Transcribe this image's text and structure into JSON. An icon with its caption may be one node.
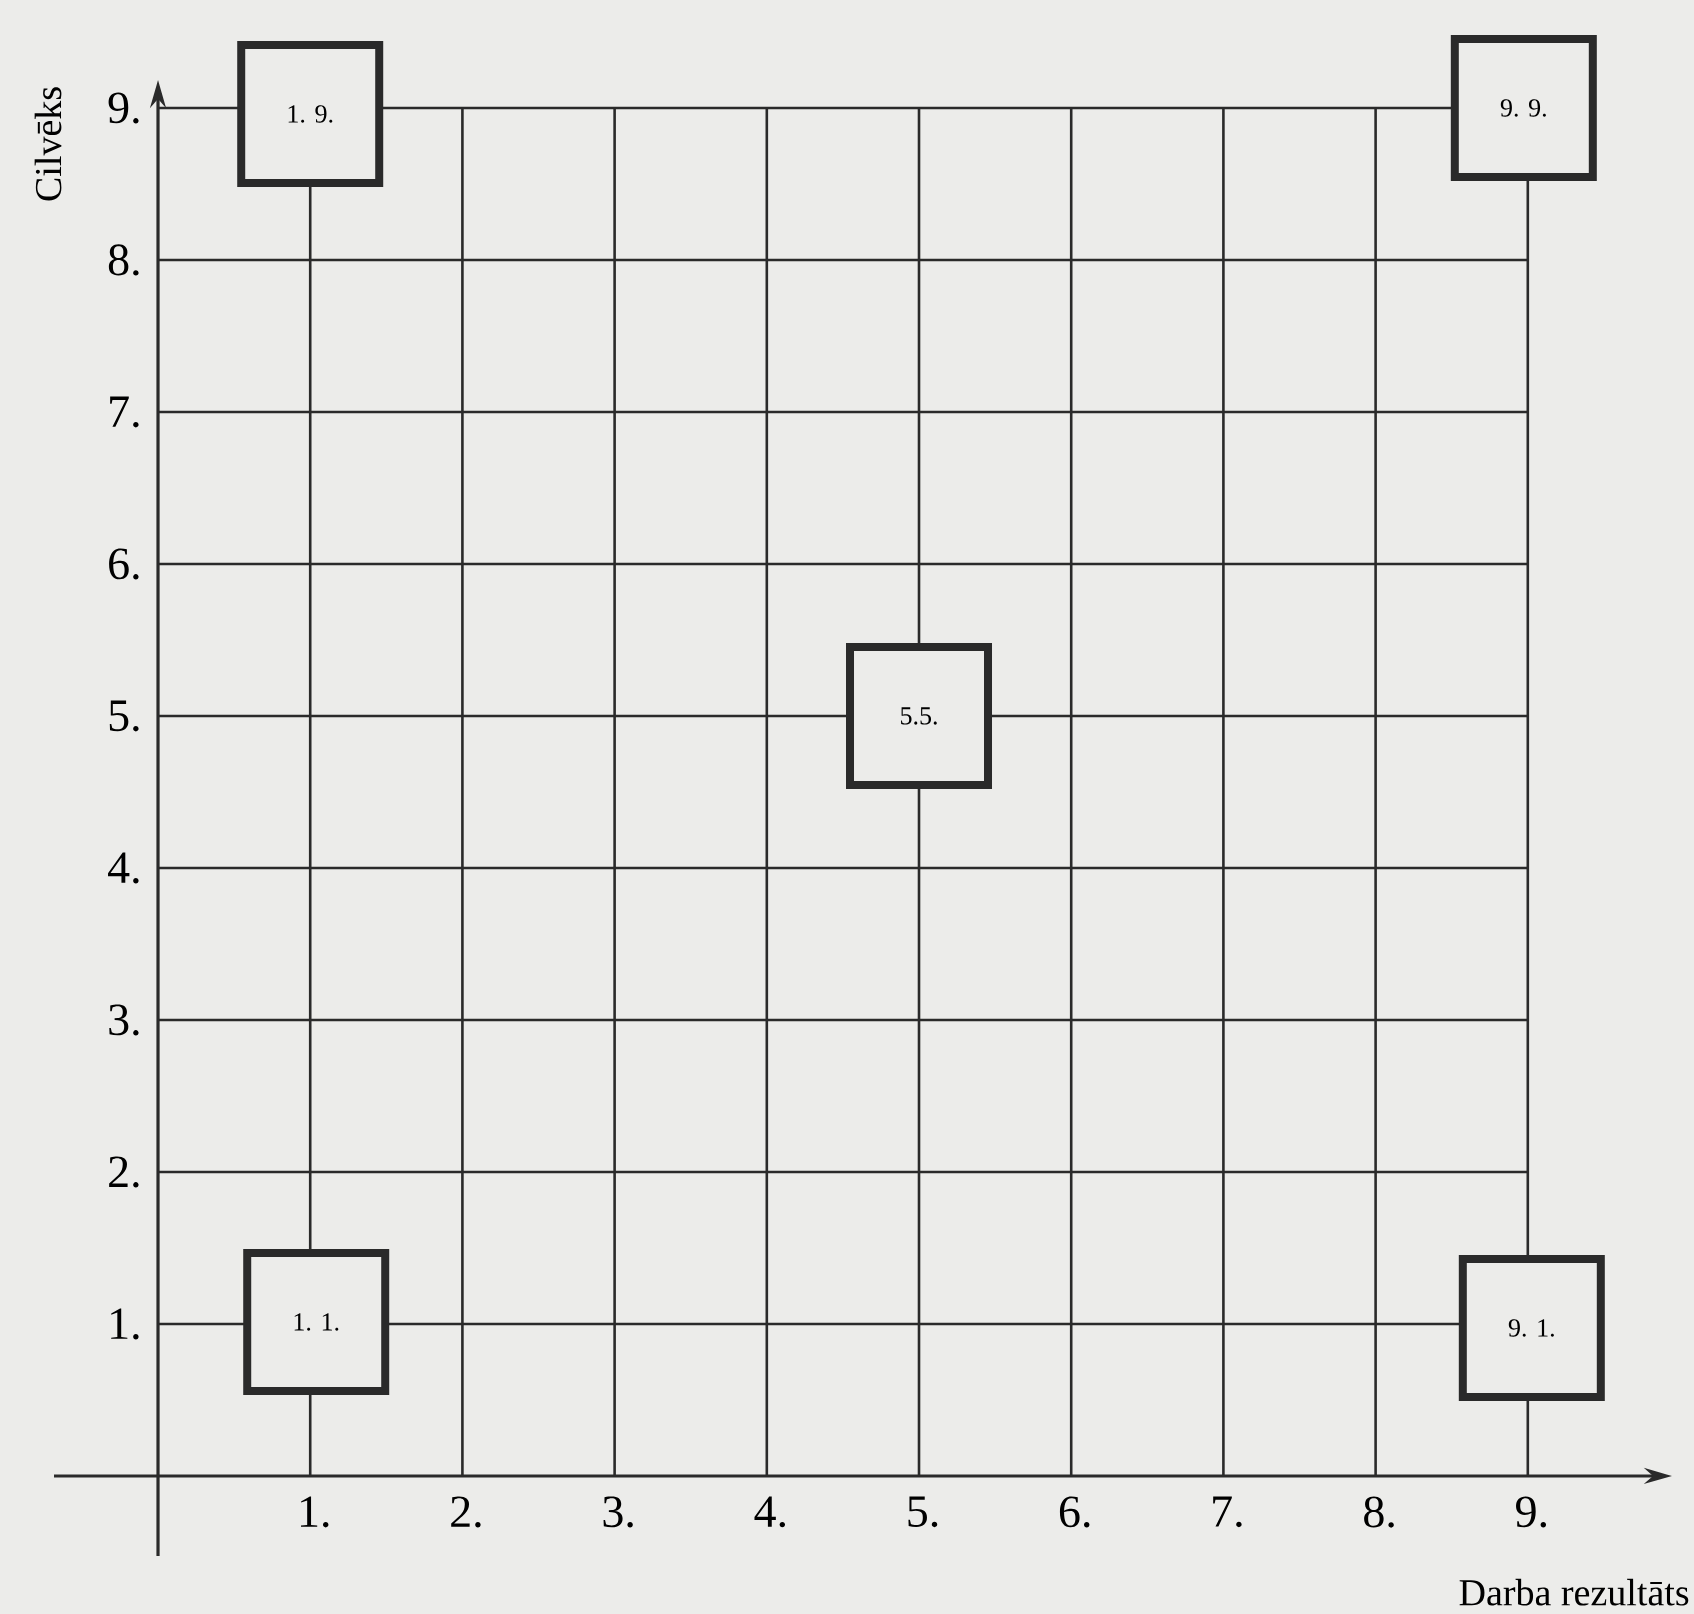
{
  "diagram": {
    "nodes": [
      {
        "text": [
          "1. 9."
        ]
      },
      {
        "text": [
          "9. 9."
        ]
      },
      {
        "text": [
          "5.5."
        ]
      },
      {
        "text": [
          "1. 1."
        ]
      },
      {
        "text": [
          "9. 1."
        ]
      }
    ],
    "edges": [],
    "labels": [
      "Cilvēks",
      "9.",
      "8.",
      "7.",
      "6.",
      "5.",
      "4.",
      "3.",
      "2.",
      "1.",
      "1.",
      "2.",
      "3.",
      "4.",
      "5.",
      "6.",
      "7.",
      "8.",
      "9.",
      "Darba rezultāts"
    ]
  }
}
